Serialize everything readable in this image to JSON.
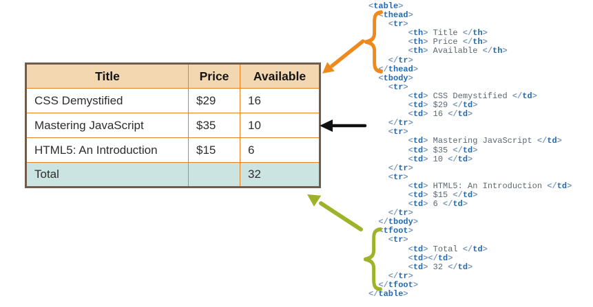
{
  "colors": {
    "orange": "#EE8A1D",
    "green": "#9FB32A",
    "black": "#111111",
    "header_bg": "#F2D7B0",
    "footer_bg": "#CCE4E1",
    "grid": "#E8821E",
    "outer_border": "#6F5C4C",
    "tag_blue": "#2269B0",
    "bracket_blue": "#7E9AB8",
    "code_gray": "#5D6770",
    "table_text": "#2D2D2D"
  },
  "table": {
    "headers": [
      "Title",
      "Price",
      "Available"
    ],
    "rows": [
      [
        "CSS Demystified",
        "$29",
        "16"
      ],
      [
        "Mastering JavaScript",
        "$35",
        "10"
      ],
      [
        "HTML5: An Introduction",
        "$15",
        "6"
      ]
    ],
    "footer": [
      "Total",
      "",
      "32"
    ]
  },
  "code": {
    "lines": [
      {
        "indent": 0,
        "text": "<table>"
      },
      {
        "indent": 2,
        "text": "<thead>"
      },
      {
        "indent": 4,
        "text": "<tr>"
      },
      {
        "indent": 8,
        "text": "<th> Title </th>"
      },
      {
        "indent": 8,
        "text": "<th> Price </th>"
      },
      {
        "indent": 8,
        "text": "<th> Available </th>"
      },
      {
        "indent": 4,
        "text": "</tr>"
      },
      {
        "indent": 2,
        "text": "</thead>"
      },
      {
        "indent": 2,
        "text": "<tbody>"
      },
      {
        "indent": 4,
        "text": "<tr>"
      },
      {
        "indent": 8,
        "text": "<td> CSS Demystified </td>"
      },
      {
        "indent": 8,
        "text": "<td> $29 </td>"
      },
      {
        "indent": 8,
        "text": "<td> 16 </td>"
      },
      {
        "indent": 4,
        "text": "</tr>"
      },
      {
        "indent": 4,
        "text": "<tr>"
      },
      {
        "indent": 8,
        "text": "<td> Mastering JavaScript </td>"
      },
      {
        "indent": 8,
        "text": "<td> $35 </td>"
      },
      {
        "indent": 8,
        "text": "<td> 10 </td>"
      },
      {
        "indent": 4,
        "text": "</tr>"
      },
      {
        "indent": 4,
        "text": "<tr>"
      },
      {
        "indent": 8,
        "text": "<td> HTML5: An Introduction </td>"
      },
      {
        "indent": 8,
        "text": "<td> $15 </td>"
      },
      {
        "indent": 8,
        "text": "<td> 6 </td>"
      },
      {
        "indent": 4,
        "text": "</tr>"
      },
      {
        "indent": 2,
        "text": "</tbody>"
      },
      {
        "indent": 2,
        "text": "<tfoot>"
      },
      {
        "indent": 4,
        "text": "<tr>"
      },
      {
        "indent": 8,
        "text": "<td> Total </td>"
      },
      {
        "indent": 8,
        "text": "<td></td>"
      },
      {
        "indent": 8,
        "text": "<td> 32 </td>"
      },
      {
        "indent": 4,
        "text": "</tr>"
      },
      {
        "indent": 2,
        "text": "</tfoot>"
      },
      {
        "indent": 0,
        "text": "</table>"
      }
    ]
  }
}
